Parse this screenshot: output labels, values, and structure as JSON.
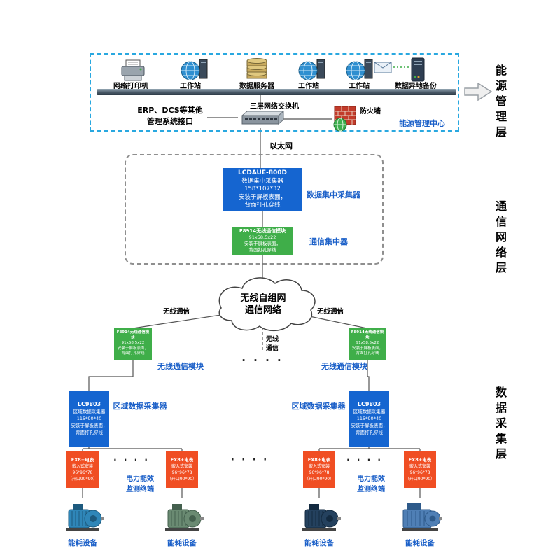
{
  "side_labels": {
    "management": "能源管理层",
    "communication": "通信网络层",
    "acquisition": "数据采集层"
  },
  "management_layer": {
    "devices": [
      {
        "label": "网络打印机",
        "icon": "printer-icon"
      },
      {
        "label": "工作站",
        "icon": "workstation-icon"
      },
      {
        "label": "数据服务器",
        "icon": "database-server-icon"
      },
      {
        "label": "工作站",
        "icon": "workstation-icon"
      },
      {
        "label": "工作站",
        "icon": "workstation-icon"
      },
      {
        "label": "数据异地备份",
        "icon": "offsite-backup-icon"
      }
    ],
    "switch_label": "三层网络交换机",
    "erp_line1": "ERP、DCS等其他",
    "erp_line2": "管理系统接口",
    "firewall_label": "防火墙",
    "center_label": "能源管理中心"
  },
  "ethernet_label": "以太网",
  "communication_layer": {
    "collector_box": {
      "line1": "LCDAUE-800D",
      "line2": "数据集中采集器",
      "line3": "158*107*32",
      "line4": "安装于屏板表面，",
      "line5": "背面打孔穿线"
    },
    "collector_label": "数据集中采集器",
    "comm_box": {
      "line1": "F8914无线通信模块",
      "line2": "91x58.5x22",
      "line3": "安装于屏板表面，",
      "line4": "背面打孔穿线"
    },
    "comm_label": "通信集中器"
  },
  "cloud": {
    "line1": "无线自组网",
    "line2": "通信网络"
  },
  "wireless": {
    "left_label": "无线通信",
    "right_label": "无线通信",
    "center_line1": "无线",
    "center_line2": "通信",
    "dots": "· · · ·"
  },
  "acquisition_layer": {
    "module_box": {
      "line1": "F8914无线通信模块",
      "line2": "91x58.5x22",
      "line3": "安装于屏板表面，",
      "line4": "背面打孔穿线"
    },
    "module_label": "无线通信模块",
    "collector_box": {
      "line1": "LC9803",
      "line2": "区域数据采集器",
      "line3": "115*90*40",
      "line4": "安装于屏板表面，",
      "line5": "背面打孔穿线"
    },
    "collector_label": "区域数据采集器",
    "meter_box": {
      "line1": "EX8+电表",
      "line2": "嵌入式安装",
      "line3": "96*96*78",
      "line4": "（开口90*90）"
    },
    "meter_label_line1": "电力能效",
    "meter_label_line2": "监测终端",
    "device_label": "能耗设备",
    "dots": "· · · ·"
  },
  "colors": {
    "blue_box": "#1565d0",
    "green_box": "#3fae49",
    "orange_box": "#f04e23",
    "label_blue": "#1a5fc8",
    "dashed_blue_border": "#29a8e0",
    "dashed_gray_border": "#8f8f8f"
  }
}
